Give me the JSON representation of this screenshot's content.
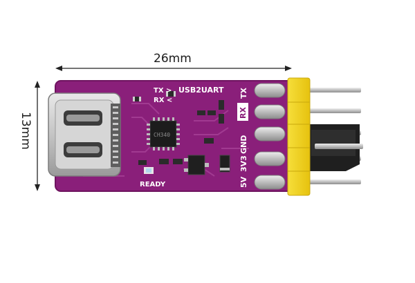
{
  "dimensions": {
    "width_label": "26mm",
    "height_label": "13mm"
  },
  "board": {
    "color": "#8a1f7a",
    "title": "USB2UART",
    "tx_marker": "TX >",
    "rx_marker": "RX <",
    "ready_label": "READY",
    "pin_labels": [
      "5V",
      "3V3",
      "GND",
      "RX",
      "TX"
    ],
    "chip_marking": "CH340"
  },
  "header": {
    "housing_color": "#f2d21b",
    "pin_color": "#b9b9b9"
  }
}
